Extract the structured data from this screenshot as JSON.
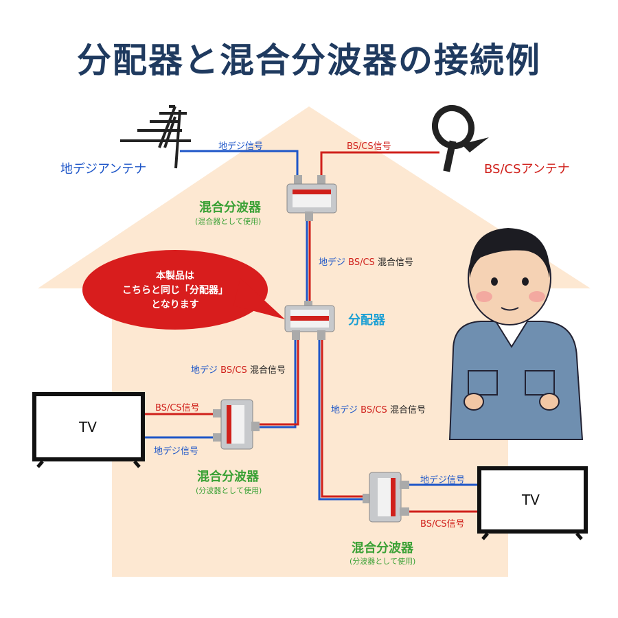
{
  "title": "分配器と混合分波器の接続例",
  "antennas": {
    "terrestrial_label": "地デジアンテナ",
    "bs_cs_label": "BS/CSアンテナ"
  },
  "signals": {
    "chidigi": "地デジ信号",
    "bscs": "BS/CS信号",
    "chidigi_short": "地デジ",
    "bscs_short": "BS/CS",
    "mixed": "混合信号"
  },
  "devices": {
    "mixer_top_name": "混合分波器",
    "mixer_top_note": "(混合器として使用)",
    "splitter_name": "分配器",
    "mixer_left_name": "混合分波器",
    "mixer_left_note": "(分波器として使用)",
    "mixer_right_name": "混合分波器",
    "mixer_right_note": "(分波器として使用)"
  },
  "bubble": {
    "line1": "本製品は",
    "line2": "こちらと同じ「分配器」",
    "line3": "となります"
  },
  "tv": {
    "left_label": "TV",
    "right_label": "TV"
  },
  "colors": {
    "house": "#fde8d2",
    "blue_line": "#1e56c8",
    "red_line": "#d0201b",
    "title": "#1f3a5f",
    "green": "#3aa135",
    "teal": "#1b9fd4",
    "bubble": "#d81d1d"
  }
}
